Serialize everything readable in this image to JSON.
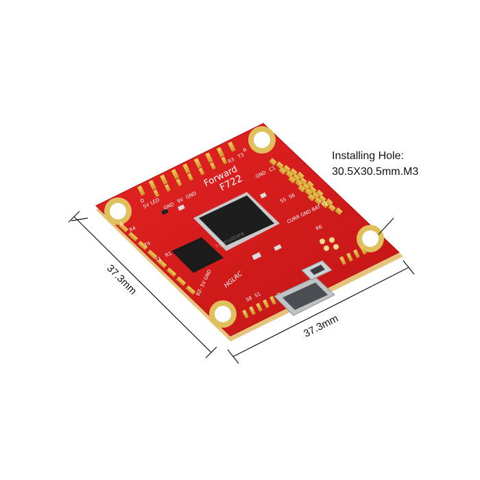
{
  "annotation": {
    "hole_title": "Installing Hole:",
    "hole_spec": "30.5X30.5mm.M3"
  },
  "dimensions": {
    "left": "37.3mm",
    "bottom": "37.3mm"
  },
  "board": {
    "title_line1": "Forward",
    "title_line2": "F722",
    "brand": "HGLRC",
    "watermark": "hglrcustore",
    "labels": {
      "r3": "R3",
      "t3": "T3",
      "gnd_a": "GND",
      "sv": "9V",
      "gnd_b": "GND",
      "led": "LED",
      "fiveV": "5V",
      "ceGnd": "GND",
      "c1": "C1",
      "s5": "S5",
      "s6": "S6",
      "curr": "CURR GND BAT T2",
      "r6": "R6",
      "r4": "R4",
      "t4": "T4",
      "t1": "T1",
      "r1": "R1",
      "bz": "BZ- 5V GND",
      "s8": "S8",
      "s1": "S1",
      "g": "G",
      "d": "D",
      "r": "R"
    },
    "colors": {
      "pcb": "#d61c1c",
      "pad": "#e2b93a",
      "edge": "#e7c27d"
    }
  }
}
